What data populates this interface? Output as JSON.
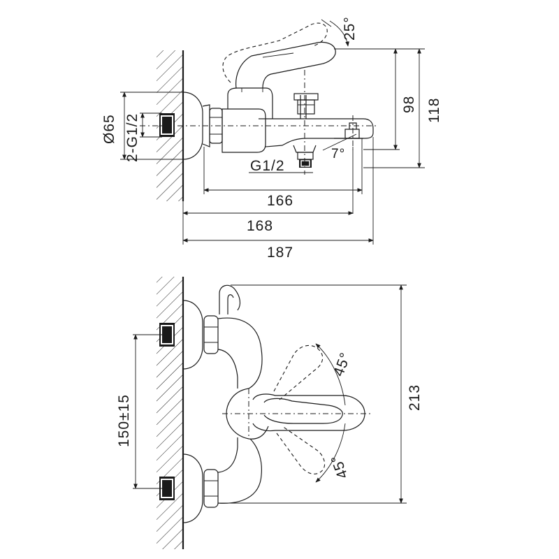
{
  "side_view": {
    "dim_overall_length": "187",
    "dim_body_length": "168",
    "dim_spout_length": "166",
    "dim_height_98": "98",
    "dim_height_118": "118",
    "dim_diameter": "Ø65",
    "dim_inlet_thread": "2-G1/2",
    "dim_outlet_thread": "G1/2",
    "dim_handle_angle": "25°",
    "dim_spout_angle": "7°"
  },
  "top_view": {
    "dim_depth": "213",
    "dim_centers": "150±15",
    "dim_angle_up": "45°",
    "dim_angle_down": "45°"
  }
}
